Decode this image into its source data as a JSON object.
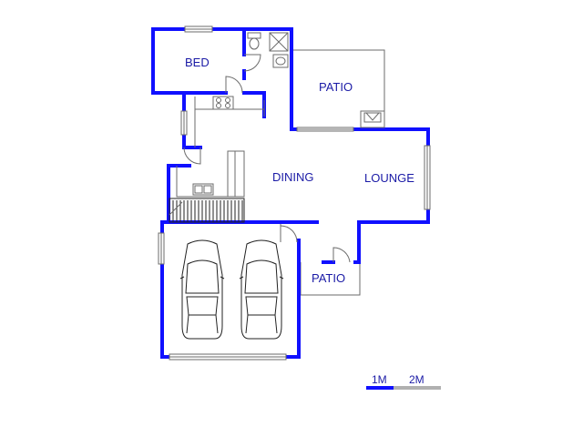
{
  "rooms": {
    "bed": "BED",
    "patio_top": "PATIO",
    "dining": "DINING",
    "lounge": "LOUNGE",
    "patio_bottom": "PATIO"
  },
  "scale_bar": {
    "label_1": "1M",
    "label_2": "2M"
  },
  "colors": {
    "wall": "#1010ff",
    "label": "#1a1aa6",
    "fixture": "#6b6b6b",
    "scale_dark": "#1010ff",
    "scale_light": "#b0b0b0"
  }
}
